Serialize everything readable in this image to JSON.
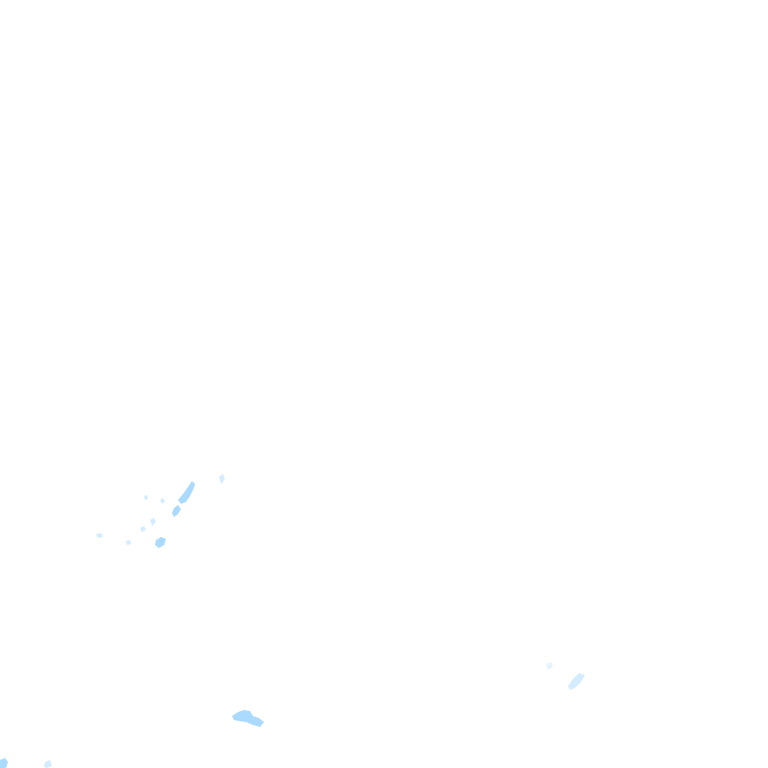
{
  "map": {
    "style": "light basemap tile with scattered water features",
    "colors": {
      "land": "#ffffff",
      "water": "#aadaff",
      "water_faint": "#d4ecff"
    },
    "features": [
      {
        "kind": "water",
        "name": "lake-cluster-west"
      },
      {
        "kind": "water",
        "name": "lake-southwest"
      },
      {
        "kind": "water",
        "name": "lake-southeast"
      },
      {
        "kind": "water",
        "name": "lake-bottom-left-edge"
      }
    ]
  }
}
